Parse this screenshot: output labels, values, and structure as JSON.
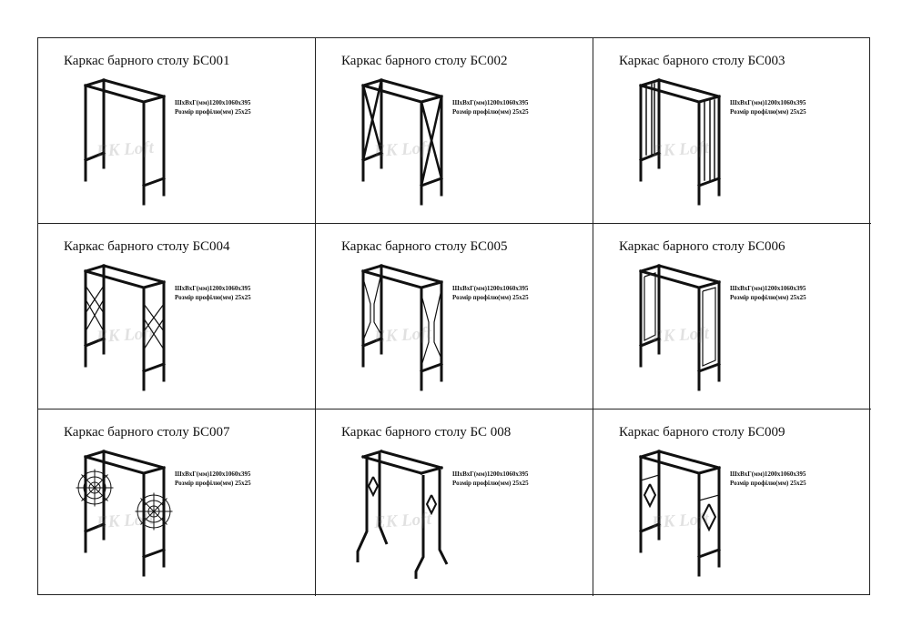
{
  "watermark": "EK Loft",
  "colors": {
    "frame": "#111111",
    "border": "#222222"
  },
  "items": [
    {
      "title": "Каркас барного столу БС001",
      "spec_size": "ШхВхГ(мм)1200х1060х395",
      "spec_profile": "Розмір профілю(мм) 25х25",
      "design": "plain"
    },
    {
      "title": "Каркас барного столу БС002",
      "spec_size": "ШхВхГ(мм)1200х1060х395",
      "spec_profile": "Розмір профілю(мм) 25х25",
      "design": "cross"
    },
    {
      "title": "Каркас барного столу БС003",
      "spec_size": "ШхВхГ(мм)1200х1060х395",
      "spec_profile": "Розмір профілю(мм) 25х25",
      "design": "vertical-bars"
    },
    {
      "title": "Каркас барного столу БС004",
      "spec_size": "ШхВхГ(мм)1200х1060х395",
      "spec_profile": "Розмір профілю(мм) 25х25",
      "design": "diagonal-lattice"
    },
    {
      "title": "Каркас барного столу БС005",
      "spec_size": "ШхВхГ(мм)1200х1060х395",
      "spec_profile": "Розмір профілю(мм) 25х25",
      "design": "hourglass"
    },
    {
      "title": "Каркас барного столу БС006",
      "spec_size": "ШхВхГ(мм)1200х1060х395",
      "spec_profile": "Розмір профілю(мм) 25х25",
      "design": "inner-rectangle"
    },
    {
      "title": "Каркас барного столу БС007",
      "spec_size": "ШхВхГ(мм)1200х1060х395",
      "spec_profile": "Розмір профілю(мм) 25х25",
      "design": "spiderweb"
    },
    {
      "title": "Каркас барного столу БС 008",
      "spec_size": "ШхВхГ(мм)1200х1060х395",
      "spec_profile": "Розмір профілю(мм) 25х25",
      "design": "angled-legs-diamond"
    },
    {
      "title": "Каркас барного столу БС009",
      "spec_size": "ШхВхГ(мм)1200х1060х395",
      "spec_profile": "Розмір профілю(мм) 25х25",
      "design": "diamond"
    }
  ]
}
